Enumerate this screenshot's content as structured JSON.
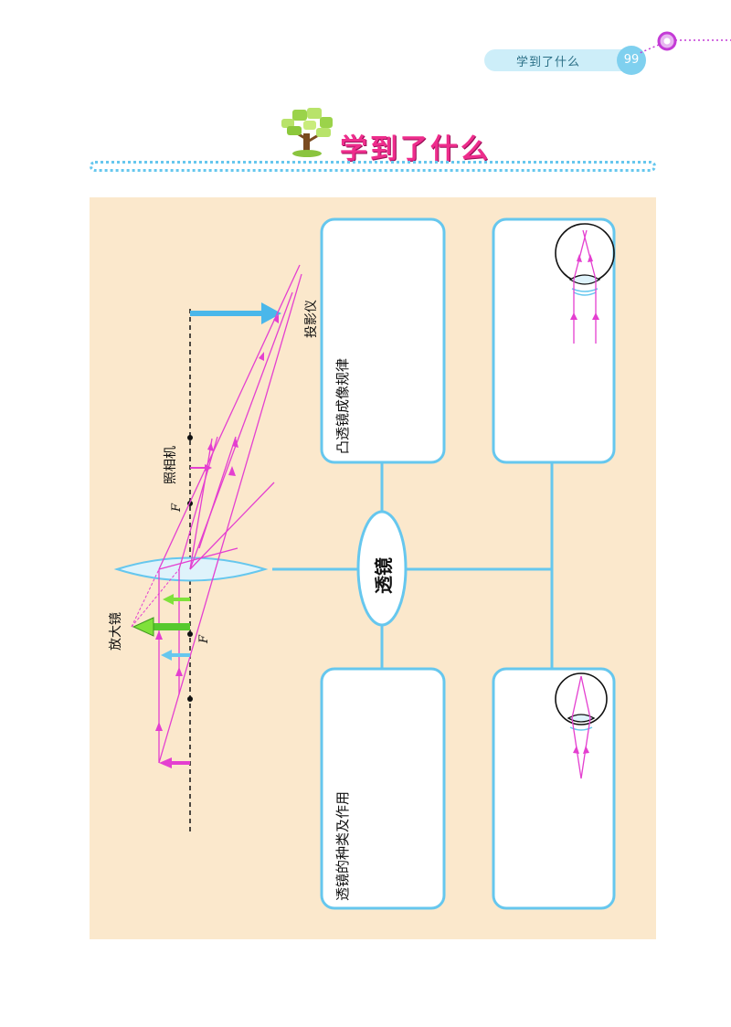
{
  "header": {
    "running_title": "学到了什么",
    "page_number": "99"
  },
  "section": {
    "title": "学到了什么",
    "icon": "tree-icon"
  },
  "concept_map": {
    "center": "透镜",
    "boxes": [
      {
        "label": "凸透镜成像规律"
      },
      {
        "label": "透镜的种类及作用"
      },
      {
        "label": ""
      },
      {
        "label": ""
      }
    ]
  },
  "diagram": {
    "labels": {
      "projector": "投影仪",
      "camera": "照相机",
      "magnifier": "放大镜",
      "focus_top": "F",
      "focus_bottom": "F"
    }
  },
  "colors": {
    "accent_blue": "#66c7ee",
    "magenta": "#e43fd0",
    "arrow_green": "#7fe13a",
    "title_pink": "#ee2d8c",
    "panel_bg": "#fbe8cc"
  }
}
